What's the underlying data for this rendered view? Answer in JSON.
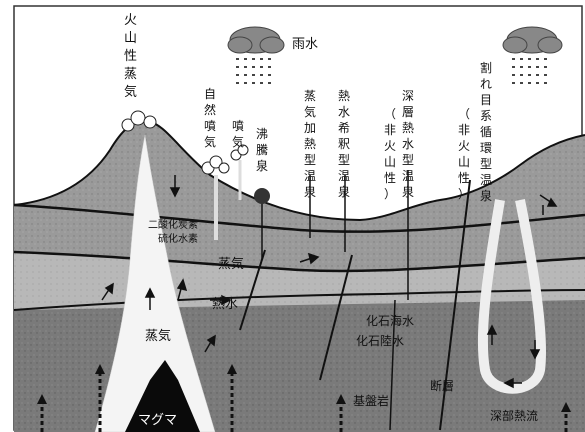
{
  "labels": {
    "rain": "雨水",
    "volcanic_steam": [
      "火",
      "山",
      "性",
      "蒸",
      "気"
    ],
    "natural_fumarole": [
      "自",
      "然",
      "噴",
      "気"
    ],
    "fumarole": [
      "噴",
      "気"
    ],
    "boiling_spring": [
      "沸",
      "騰",
      "泉"
    ],
    "steam_heated": [
      "蒸",
      "気",
      "加",
      "熱",
      "型",
      "温",
      "泉"
    ],
    "hot_water_diluted": [
      "熱",
      "水",
      "希",
      "釈",
      "型",
      "温",
      "泉"
    ],
    "deep_hot_water": [
      "深",
      "層",
      "熱",
      "水",
      "型",
      "温",
      "泉"
    ],
    "deep_non_volcanic": [
      "（",
      "非",
      "火",
      "山",
      "性",
      "）"
    ],
    "fracture_circulation": [
      "割",
      "れ",
      "目",
      "系",
      "循",
      "環",
      "型",
      "温",
      "泉"
    ],
    "fracture_non_volcanic": [
      "（",
      "非",
      "火",
      "山",
      "性",
      "）"
    ],
    "co2_line1": "二酸化炭素",
    "co2_line2": "硫化水素",
    "steam_mid": "蒸気",
    "hot_water": "熱水",
    "steam_low": "蒸気",
    "fossil_seawater": "化石海水",
    "fossil_land_water": "化石陸水",
    "basement": "基盤岩",
    "fault": "断層",
    "magma": "マグマ",
    "deep_heat_flow": "深部熱流"
  }
}
